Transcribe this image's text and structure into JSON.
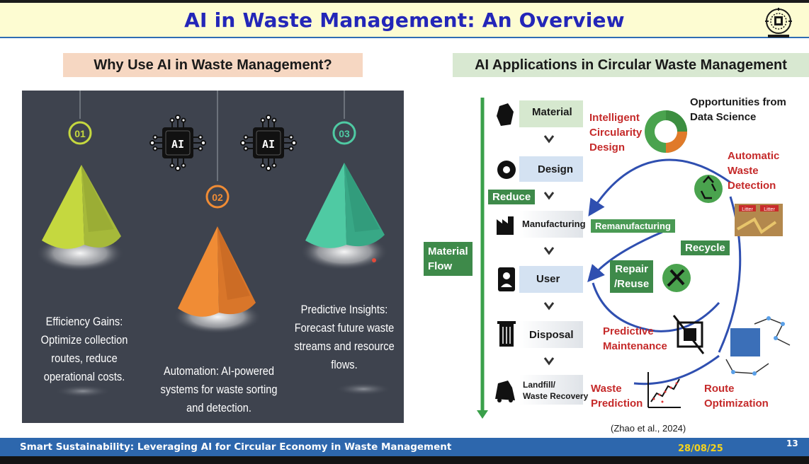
{
  "slide": {
    "title": "AI in Waste Management: An Overview",
    "logo_icon": "institute-emblem-icon"
  },
  "left_section": {
    "heading": "Why Use AI in Waste Management?",
    "items": [
      {
        "number": "01",
        "caption": "Efficiency Gains: Optimize collection routes, reduce operational costs.",
        "color": "#b5cc3a"
      },
      {
        "number": "02",
        "caption": "Automation: AI-powered systems for waste sorting and detection.",
        "color": "#e8832e"
      },
      {
        "number": "03",
        "caption": "Predictive Insights: Forecast future waste streams and resource flows.",
        "color": "#3fbf9a"
      }
    ],
    "chip_label": "AI"
  },
  "right_section": {
    "heading": "AI Applications in Circular Waste Management",
    "stages": [
      "Material",
      "Design",
      "Manufacturing",
      "User",
      "Disposal",
      "Landfill/\nWaste Recovery"
    ],
    "material_flow": "Material\nFlow",
    "reduce": "Reduce",
    "remanufacturing": "Remanufacturing",
    "recycle": "Recycle",
    "repair_reuse": "Repair\n/Reuse",
    "opportunities": "Opportunities from\nData Science",
    "applications": {
      "intelligent": "Intelligent\nCircularity\nDesign",
      "automatic": "Automatic\nWaste\nDetection",
      "predictive": "Predictive\nMaintenance",
      "waste_prediction": "Waste\nPrediction",
      "route": "Route\nOptimization"
    },
    "litter_label": "Litter",
    "citation": "(Zhao et al., 2024)"
  },
  "footer": {
    "text": "Smart Sustainability: Leveraging AI for Circular Economy in Waste Management",
    "date": "28/08/25",
    "page": "13"
  },
  "colors": {
    "title": "#2326b8",
    "title_bg": "#fdfcd2",
    "footer_bg": "#2d67ad",
    "footer_date": "#f5d21c",
    "panel_bg": "#3e434e",
    "green": "#3e8a4a",
    "red": "#c52a2a"
  }
}
